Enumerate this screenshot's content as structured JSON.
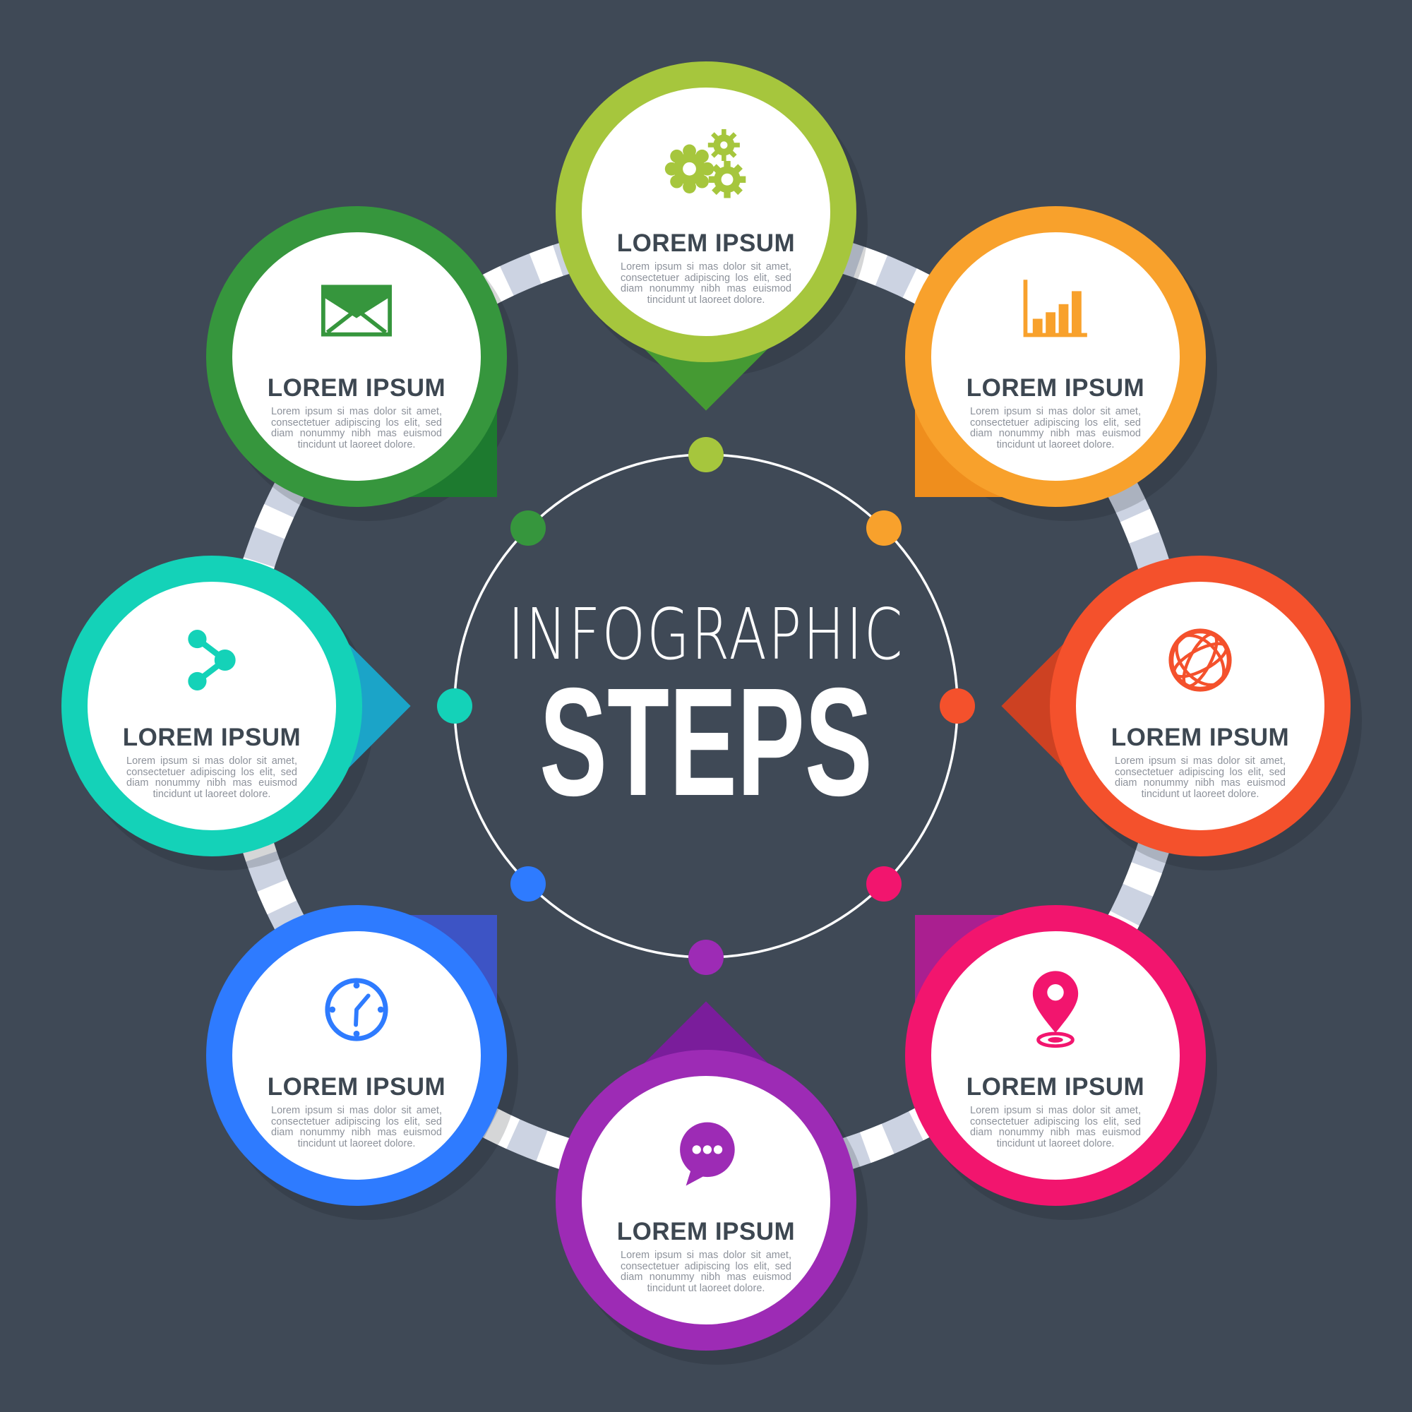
{
  "background_color": "#3f4956",
  "center": {
    "title_line1": "INFOGRAPHIC",
    "title_line2": "STEPS",
    "title_color": "#ffffff",
    "connector_ring_color": "#ccd3e2",
    "connector_ring_stripe_color": "#ffffff",
    "inner_circle_color": "#ffffff"
  },
  "text_colors": {
    "heading_color": "#3d4751",
    "body_color": "#8d929b"
  },
  "steps": [
    {
      "position": "top",
      "icon": "gears-icon",
      "circle_color": "#a6c63d",
      "pointer_color": "#459a33",
      "heading": "LOREM IPSUM",
      "body": "Lorem ipsum si mas dolor sit amet, consectetuer adipiscing los elit, sed diam nonummy nibh mas euismod tincidunt ut laoreet dolore."
    },
    {
      "position": "top-right",
      "icon": "bar-chart-icon",
      "circle_color": "#f8a12c",
      "pointer_color": "#ef8e1d",
      "heading": "LOREM IPSUM",
      "body": "Lorem ipsum si mas dolor sit amet, consectetuer adipiscing los elit, sed diam nonummy nibh mas euismod tincidunt ut laoreet dolore."
    },
    {
      "position": "right",
      "icon": "globe-icon",
      "circle_color": "#f4512c",
      "pointer_color": "#cd4122",
      "heading": "LOREM IPSUM",
      "body": "Lorem ipsum si mas dolor sit amet, consectetuer adipiscing los elit, sed diam nonummy nibh mas euismod tincidunt ut laoreet dolore."
    },
    {
      "position": "bottom-right",
      "icon": "location-pin-icon",
      "circle_color": "#f2156e",
      "pointer_color": "#aa1f90",
      "heading": "LOREM IPSUM",
      "body": "Lorem ipsum si mas dolor sit amet, consectetuer adipiscing los elit, sed diam nonummy nibh mas euismod tincidunt ut laoreet dolore."
    },
    {
      "position": "bottom",
      "icon": "chat-bubble-icon",
      "circle_color": "#9d2bb5",
      "pointer_color": "#7a1d9b",
      "heading": "LOREM IPSUM",
      "body": "Lorem ipsum si mas dolor sit amet, consectetuer adipiscing los elit, sed diam nonummy nibh mas euismod tincidunt ut laoreet dolore."
    },
    {
      "position": "bottom-left",
      "icon": "clock-icon",
      "circle_color": "#2e7bff",
      "pointer_color": "#3d54c5",
      "heading": "LOREM IPSUM",
      "body": "Lorem ipsum si mas dolor sit amet, consectetuer adipiscing los elit, sed diam nonummy nibh mas euismod tincidunt ut laoreet dolore."
    },
    {
      "position": "left",
      "icon": "share-icon",
      "circle_color": "#14d2b8",
      "pointer_color": "#1ba4c8",
      "heading": "LOREM IPSUM",
      "body": "Lorem ipsum si mas dolor sit amet, consectetuer adipiscing los elit, sed diam nonummy nibh mas euismod tincidunt ut laoreet dolore."
    },
    {
      "position": "top-left",
      "icon": "envelope-icon",
      "circle_color": "#36963d",
      "pointer_color": "#1d7a2f",
      "heading": "LOREM IPSUM",
      "body": "Lorem ipsum si mas dolor sit amet, consectetuer adipiscing los elit, sed diam nonummy nibh mas euismod tincidunt ut laoreet dolore."
    }
  ]
}
